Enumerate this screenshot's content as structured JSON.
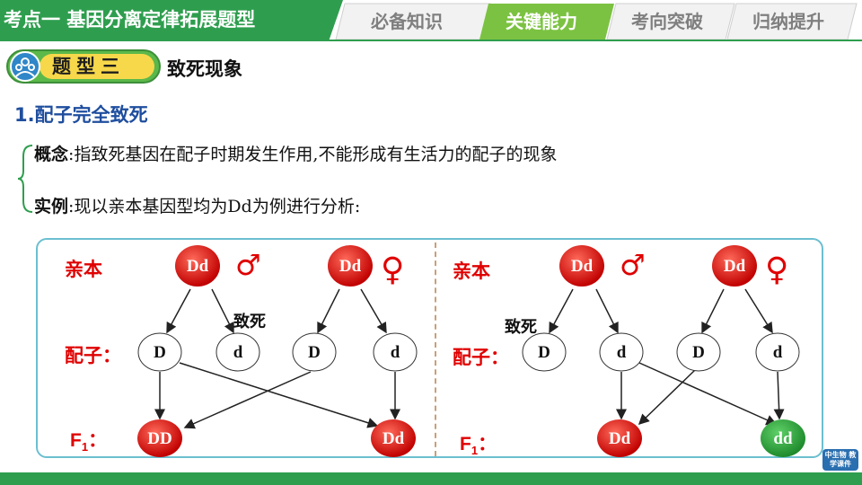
{
  "header": {
    "title": "考点一 基因分离定律拓展题型",
    "tabs": [
      {
        "label": "必备知识",
        "active": false
      },
      {
        "label": "关键能力",
        "active": true
      },
      {
        "label": "考向突破",
        "active": false
      },
      {
        "label": "归纳提升",
        "active": false
      }
    ],
    "colors": {
      "green": "#2e9e4e",
      "active": "#7cc242",
      "inactive_bg": "#f2f2f2"
    }
  },
  "section": {
    "badge": "题型三",
    "name": "致死现象",
    "badge_icon": "people-group-icon"
  },
  "subheading": "1.配子完全致死",
  "concept": {
    "term": "概念",
    "text": ":指致死基因在配子时期发生作用,不能形成有生活力的配子的现象"
  },
  "example": {
    "term": "实例",
    "text": ":现以亲本基因型均为Dd为例进行分析:"
  },
  "diagram": {
    "left": {
      "labels": {
        "parents": "亲本",
        "gametes": "配子：",
        "f1": "F",
        "f1_sub": "1",
        "f1_colon": "："
      },
      "parent_male": "Dd",
      "parent_female": "Dd",
      "male_symbol": "♂",
      "female_symbol": "♀",
      "gametes": [
        "D",
        "d",
        "D",
        "d"
      ],
      "lethal_note": "致死",
      "offspring": [
        "DD",
        "Dd"
      ]
    },
    "right": {
      "labels": {
        "parents": "亲本",
        "gametes": "配子：",
        "f1": "F",
        "f1_sub": "1",
        "f1_colon": "："
      },
      "parent_male": "Dd",
      "parent_female": "Dd",
      "male_symbol": "♂",
      "female_symbol": "♀",
      "gametes": [
        "D",
        "d",
        "D",
        "d"
      ],
      "lethal_note": "致死",
      "offspring": [
        "Dd",
        "dd"
      ]
    }
  },
  "watermark": "中生物 教学课件"
}
